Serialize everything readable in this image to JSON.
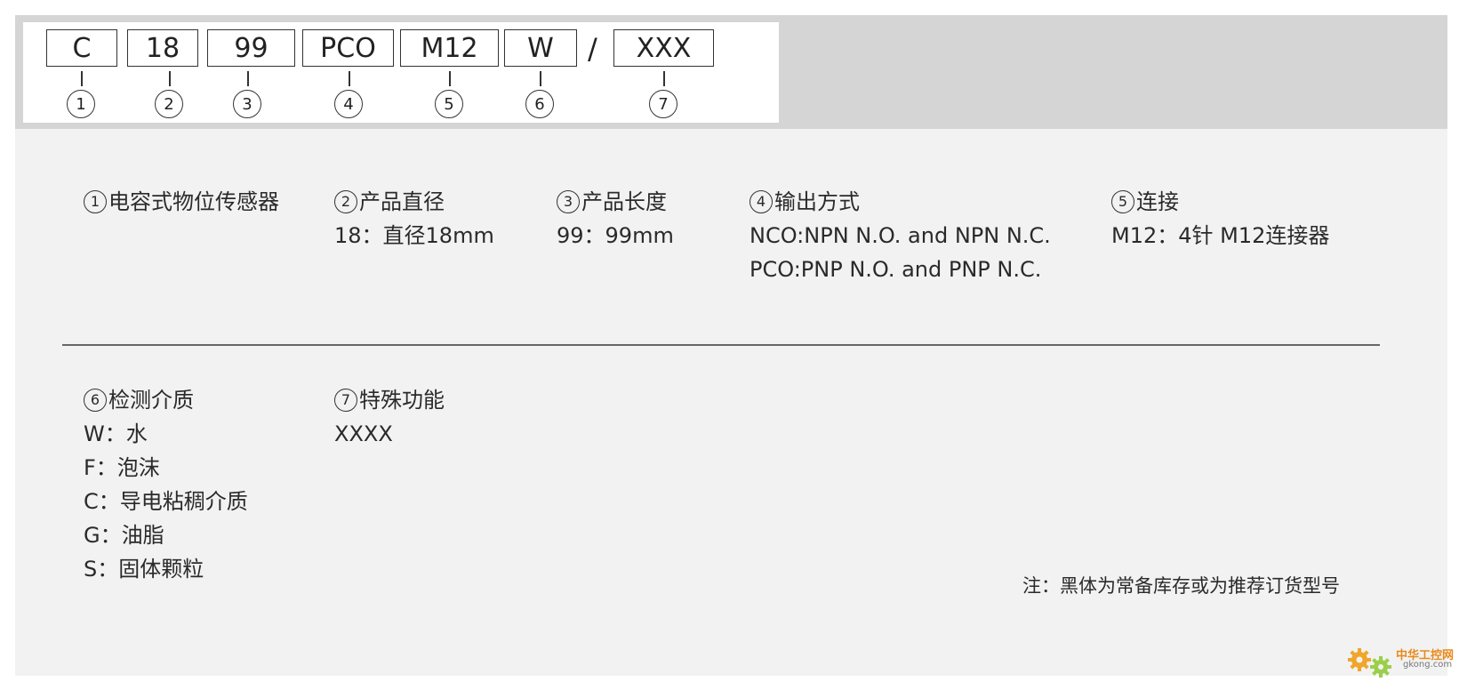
{
  "code": {
    "segments": [
      "C",
      "18",
      "99",
      "PCO",
      "M12",
      "W"
    ],
    "separator": "/",
    "suffix": "XXX",
    "numbers": [
      "1",
      "2",
      "3",
      "4",
      "5",
      "6",
      "7"
    ]
  },
  "section1": {
    "c1": {
      "num": "1",
      "title": "电容式物位传感器"
    },
    "c2": {
      "num": "2",
      "title": "产品直径",
      "lines": [
        "18：直径18mm"
      ]
    },
    "c3": {
      "num": "3",
      "title": "产品长度",
      "lines": [
        "99：99mm"
      ]
    },
    "c4": {
      "num": "4",
      "title": "输出方式",
      "lines": [
        "NCO:NPN N.O. and NPN N.C.",
        "PCO:PNP N.O. and PNP N.C."
      ]
    },
    "c5": {
      "num": "5",
      "title": "连接",
      "lines": [
        "M12：4针 M12连接器"
      ]
    }
  },
  "section2": {
    "c6": {
      "num": "6",
      "title": " 检测介质",
      "lines": [
        "W：水",
        "F：泡沫",
        "C：导电粘稠介质",
        "G：油脂",
        "S：固体颗粒"
      ]
    },
    "c7": {
      "num": "7",
      "title": "特殊功能",
      "lines": [
        "XXXX"
      ]
    }
  },
  "note": "注：黑体为常备库存或为推荐订货型号",
  "watermark": {
    "text": "中华工控网",
    "url": "gkong.com",
    "color": "#e88a1a"
  }
}
